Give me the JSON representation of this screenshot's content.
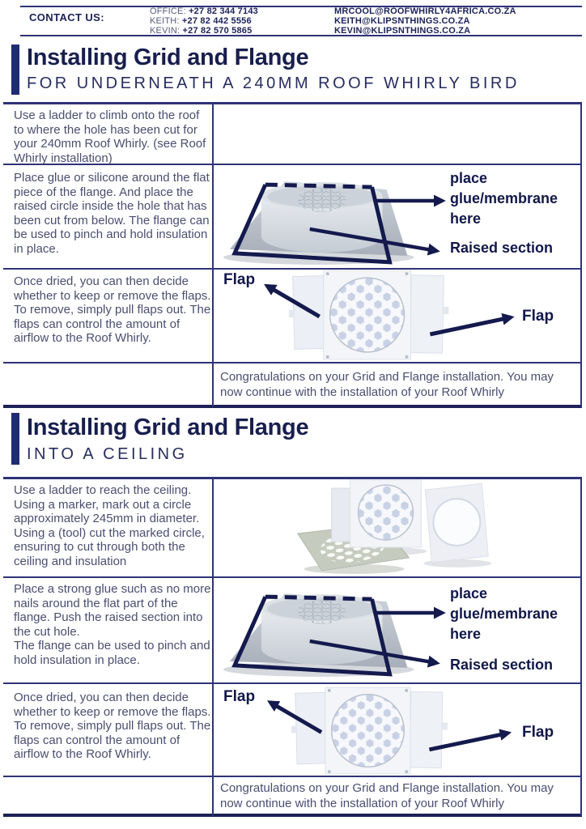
{
  "header": {
    "contact_label": "CONTACT US:",
    "phones": [
      {
        "label": "OFFICE:",
        "number": "+27 82 344 7143"
      },
      {
        "label": "KEITH:",
        "number": "+27 82 442 5556"
      },
      {
        "label": "KEVIN:",
        "number": "+27 82 570 5865"
      }
    ],
    "emails": [
      "MRCOOL@ROOFWHIRLY4AFRICA.CO.ZA",
      "KEITH@KLIPSNTHINGS.CO.ZA",
      "KEVIN@KLIPSNTHINGS.CO.ZA"
    ]
  },
  "sections": {
    "roof": {
      "title": "Installing Grid and Flange",
      "subtitle": "FOR UNDERNEATH A 240MM ROOF WHIRLY BIRD",
      "steps": {
        "ladder": "Use a ladder to climb onto the roof to where the hole has been cut for your 240mm Roof Whirly. (see Roof Whirly installation)",
        "glue": "Place glue or silicone around the flat piece of the flange. And place the raised circle inside the hole that has been cut from below. The flange can be used to pinch and hold insulation in place.",
        "flaps": "Once dried, you can then decide whether to keep or remove the flaps. To remove, simply pull flaps out. The flaps can control the amount of airflow to the Roof Whirly.",
        "congrats": "Congratulations on your Grid and Flange installation. You may now continue with the installation of your Roof Whirly"
      }
    },
    "ceiling": {
      "title": "Installing Grid and Flange",
      "subtitle": "INTO A CEILING",
      "steps": {
        "ladder": "Use a ladder to reach the ceiling. Using a marker, mark out a circle approximately 245mm in diameter. Using a (tool) cut the marked circle, ensuring to cut through both the ceiling and insulation",
        "glue": "Place a strong glue such as no more nails around the flat part of the flange. Push the raised section into the cut hole.\nThe flange can be used to pinch and hold insulation in place.",
        "flaps": "Once dried, you can then decide whether to keep or remove the flaps. To remove, simply pull flaps out. The flaps can control the amount of airflow to the Roof Whirly.",
        "congrats": "Congratulations on your Grid and Flange installation. You may now continue with the installation of your Roof Whirly"
      }
    }
  },
  "annotations": {
    "glue_here": "place glue/membrane here",
    "raised_section": "Raised section",
    "flap": "Flap"
  },
  "colors": {
    "navy": "#1c2158",
    "accent_bar": "#1f2b72",
    "body_text": "#4a4e70",
    "rule": "#2f3378"
  }
}
